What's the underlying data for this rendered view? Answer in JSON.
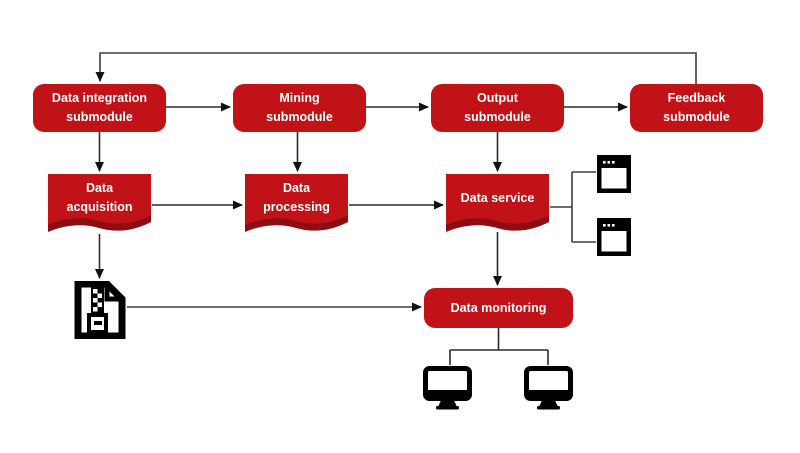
{
  "diagram": {
    "title": "Data platform module flowchart",
    "colors": {
      "red": "#c11218",
      "red-dark": "#8d0d12",
      "line": "#3f3f3f",
      "arrow": "#111111",
      "bg": "#ffffff"
    },
    "modules": [
      {
        "id": "data-integration-submodule",
        "line1": "Data integration",
        "line2": "submodule"
      },
      {
        "id": "mining-submodule",
        "line1": "Mining",
        "line2": "submodule"
      },
      {
        "id": "output-submodule",
        "line1": "Output",
        "line2": "submodule"
      },
      {
        "id": "feedback-submodule",
        "line1": "Feedback",
        "line2": "submodule"
      }
    ],
    "documents": [
      {
        "id": "data-acquisition",
        "line1": "Data",
        "line2": "acquisition"
      },
      {
        "id": "data-processing",
        "line1": "Data",
        "line2": "processing"
      },
      {
        "id": "data-service",
        "line1": "Data service",
        "line2": ""
      }
    ],
    "monitoring": {
      "label": "Data monitoring"
    },
    "icons": [
      "zip-file-icon",
      "app-window-icon-top",
      "app-window-icon-bottom",
      "monitor-icon-left",
      "monitor-icon-right"
    ],
    "edges": [
      "feedback-submodule -> data-integration-submodule (top loop)",
      "data-integration-submodule -> mining-submodule",
      "mining-submodule -> output-submodule",
      "output-submodule -> feedback-submodule",
      "data-integration-submodule -> data-acquisition",
      "mining-submodule -> data-processing",
      "output-submodule -> data-service",
      "data-acquisition -> data-processing",
      "data-processing -> data-service",
      "data-acquisition -> zip-file-icon",
      "zip-file-icon -> data-monitoring",
      "data-service -> data-monitoring",
      "data-service -> app-windows",
      "data-monitoring -> monitors"
    ]
  }
}
